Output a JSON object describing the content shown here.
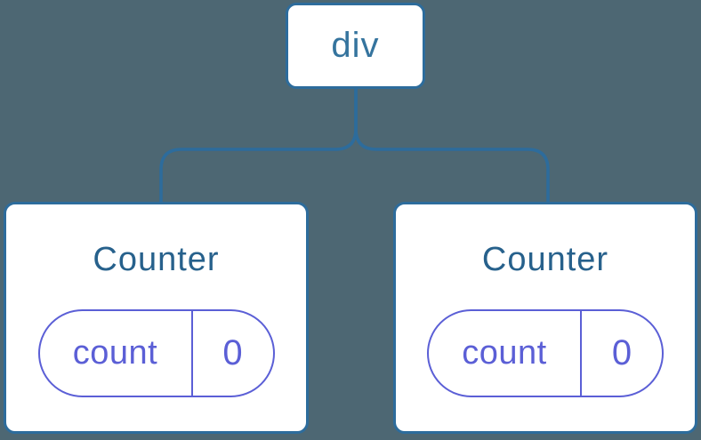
{
  "diagram": {
    "type": "component-tree",
    "colors": {
      "background": "#4d6773",
      "node_border": "#2d6c9c",
      "root_text": "#35749e",
      "title_text": "#27618c",
      "pill_accent": "#5b5fd6",
      "card_bg": "#ffffff"
    },
    "root": {
      "label": "div"
    },
    "children": [
      {
        "title": "Counter",
        "state_key": "count",
        "state_value": "0"
      },
      {
        "title": "Counter",
        "state_key": "count",
        "state_value": "0"
      }
    ]
  }
}
